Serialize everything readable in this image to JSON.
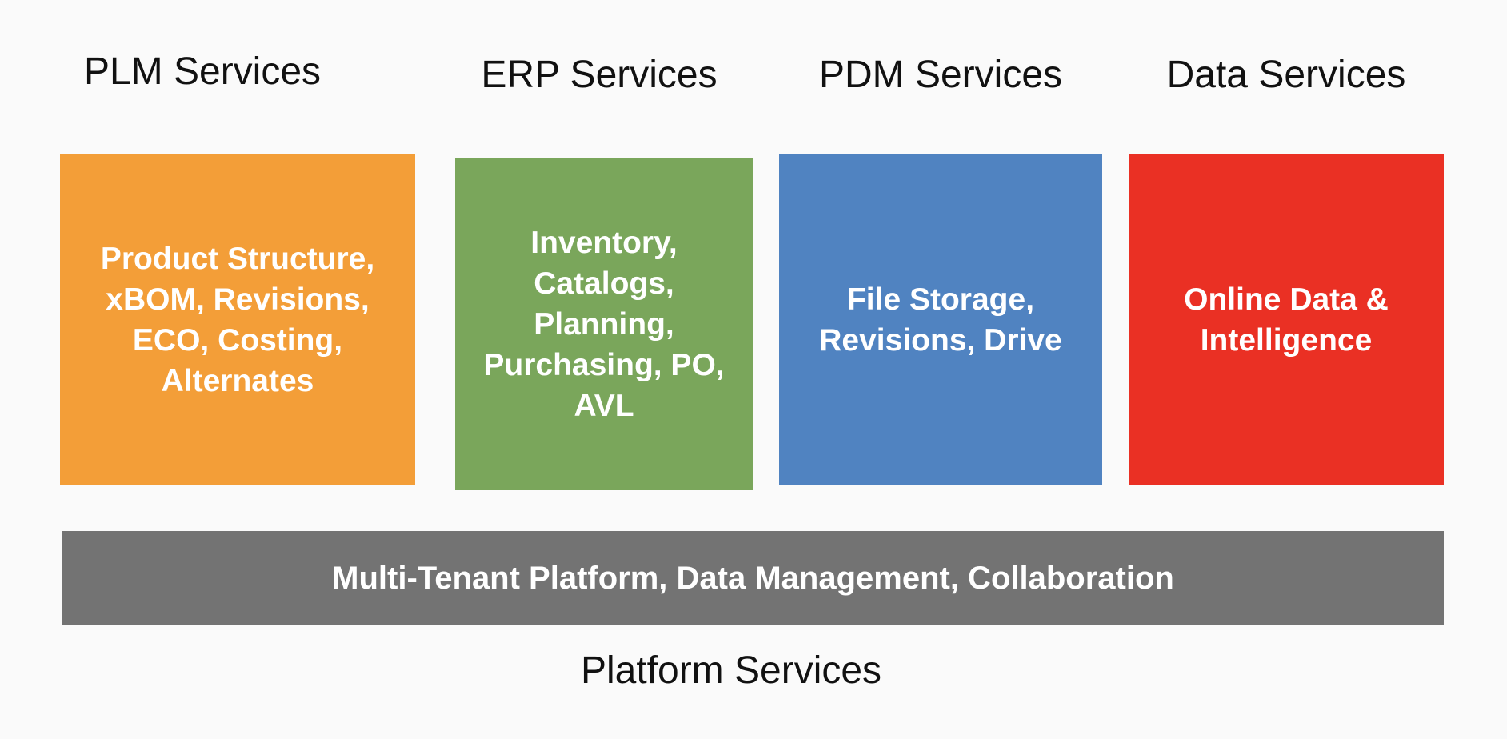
{
  "columns": [
    {
      "heading": "PLM Services",
      "box_text": "Product Structure, xBOM, Revisions, ECO, Costing, Alternates",
      "color": "#F39E38"
    },
    {
      "heading": "ERP Services",
      "box_text": "Inventory, Catalogs, Planning, Purchasing, PO, AVL",
      "color": "#7AA65B"
    },
    {
      "heading": "PDM Services",
      "box_text": "File Storage, Revisions, Drive",
      "color": "#5083C1"
    },
    {
      "heading": "Data Services",
      "box_text": "Online Data & Intelligence",
      "color": "#EA3024"
    }
  ],
  "platform": {
    "bar_text": "Multi-Tenant Platform, Data Management, Collaboration",
    "heading": "Platform Services",
    "color": "#737373"
  }
}
